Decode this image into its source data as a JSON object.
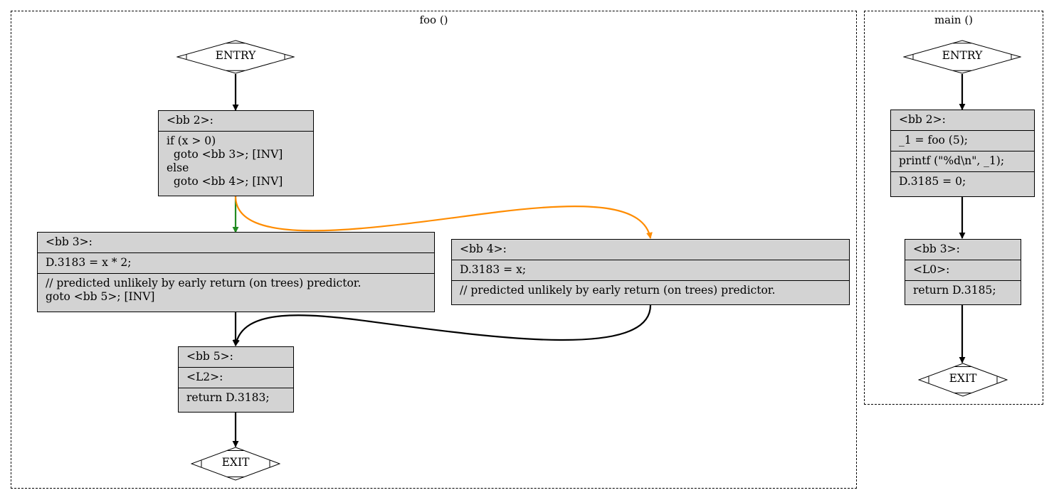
{
  "clusters": {
    "foo": {
      "title": "foo ()"
    },
    "main": {
      "title": "main ()"
    }
  },
  "foo": {
    "entry": "ENTRY",
    "exit": "EXIT",
    "bb2": {
      "lines": [
        "<bb 2>:",
        "if (x > 0)\n  goto <bb 3>; [INV]\nelse\n  goto <bb 4>; [INV]"
      ]
    },
    "bb3": {
      "lines": [
        "<bb 3>:",
        "D.3183 = x * 2;",
        "// predicted unlikely by early return (on trees) predictor.\ngoto <bb 5>; [INV]"
      ]
    },
    "bb4": {
      "lines": [
        "<bb 4>:",
        "D.3183 = x;",
        "// predicted unlikely by early return (on trees) predictor."
      ]
    },
    "bb5": {
      "lines": [
        "<bb 5>:",
        "<L2>:",
        "return D.3183;"
      ]
    }
  },
  "main": {
    "entry": "ENTRY",
    "exit": "EXIT",
    "bb2": {
      "lines": [
        "<bb 2>:",
        "_1 = foo (5);",
        "printf (\"%d\\n\", _1);",
        "D.3185 = 0;"
      ]
    },
    "bb3": {
      "lines": [
        "<bb 3>:",
        "<L0>:",
        "return D.3185;"
      ]
    }
  },
  "colors": {
    "true_edge": "#228b22",
    "false_edge": "#ff8c00",
    "fallthrough_edge": "#000000",
    "block_fill": "#d3d3d3"
  }
}
